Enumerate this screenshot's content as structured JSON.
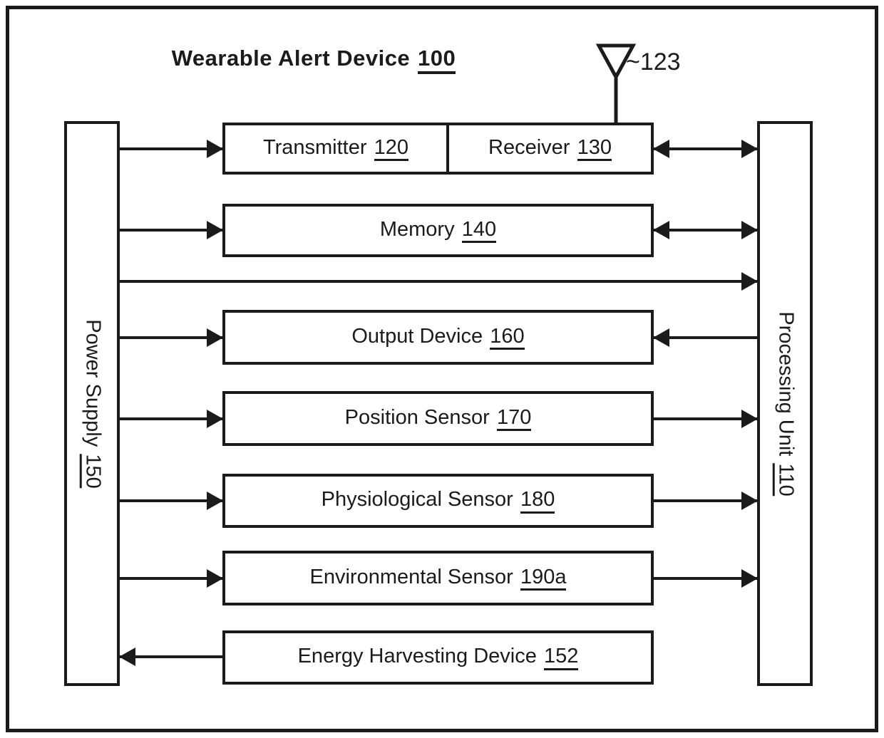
{
  "figure": {
    "title": "Wearable Alert Device",
    "title_ref": "100",
    "antenna_ref": "~123"
  },
  "blocks": {
    "power_supply": {
      "label": "Power Supply",
      "ref": "150"
    },
    "processing_unit": {
      "label": "Processing Unit",
      "ref": "110"
    },
    "transmitter": {
      "label": "Transmitter",
      "ref": "120"
    },
    "receiver": {
      "label": "Receiver",
      "ref": "130"
    },
    "memory": {
      "label": "Memory",
      "ref": "140"
    },
    "output_device": {
      "label": "Output Device",
      "ref": "160"
    },
    "position_sensor": {
      "label": "Position Sensor",
      "ref": "170"
    },
    "physiological_sensor": {
      "label": "Physiological Sensor",
      "ref": "180"
    },
    "environmental_sensor": {
      "label": "Environmental Sensor",
      "ref": "190a"
    },
    "energy_harvesting_device": {
      "label": "Energy Harvesting Device",
      "ref": "152"
    }
  },
  "colors": {
    "ink": "#1b1b1b",
    "background": "#ffffff"
  }
}
